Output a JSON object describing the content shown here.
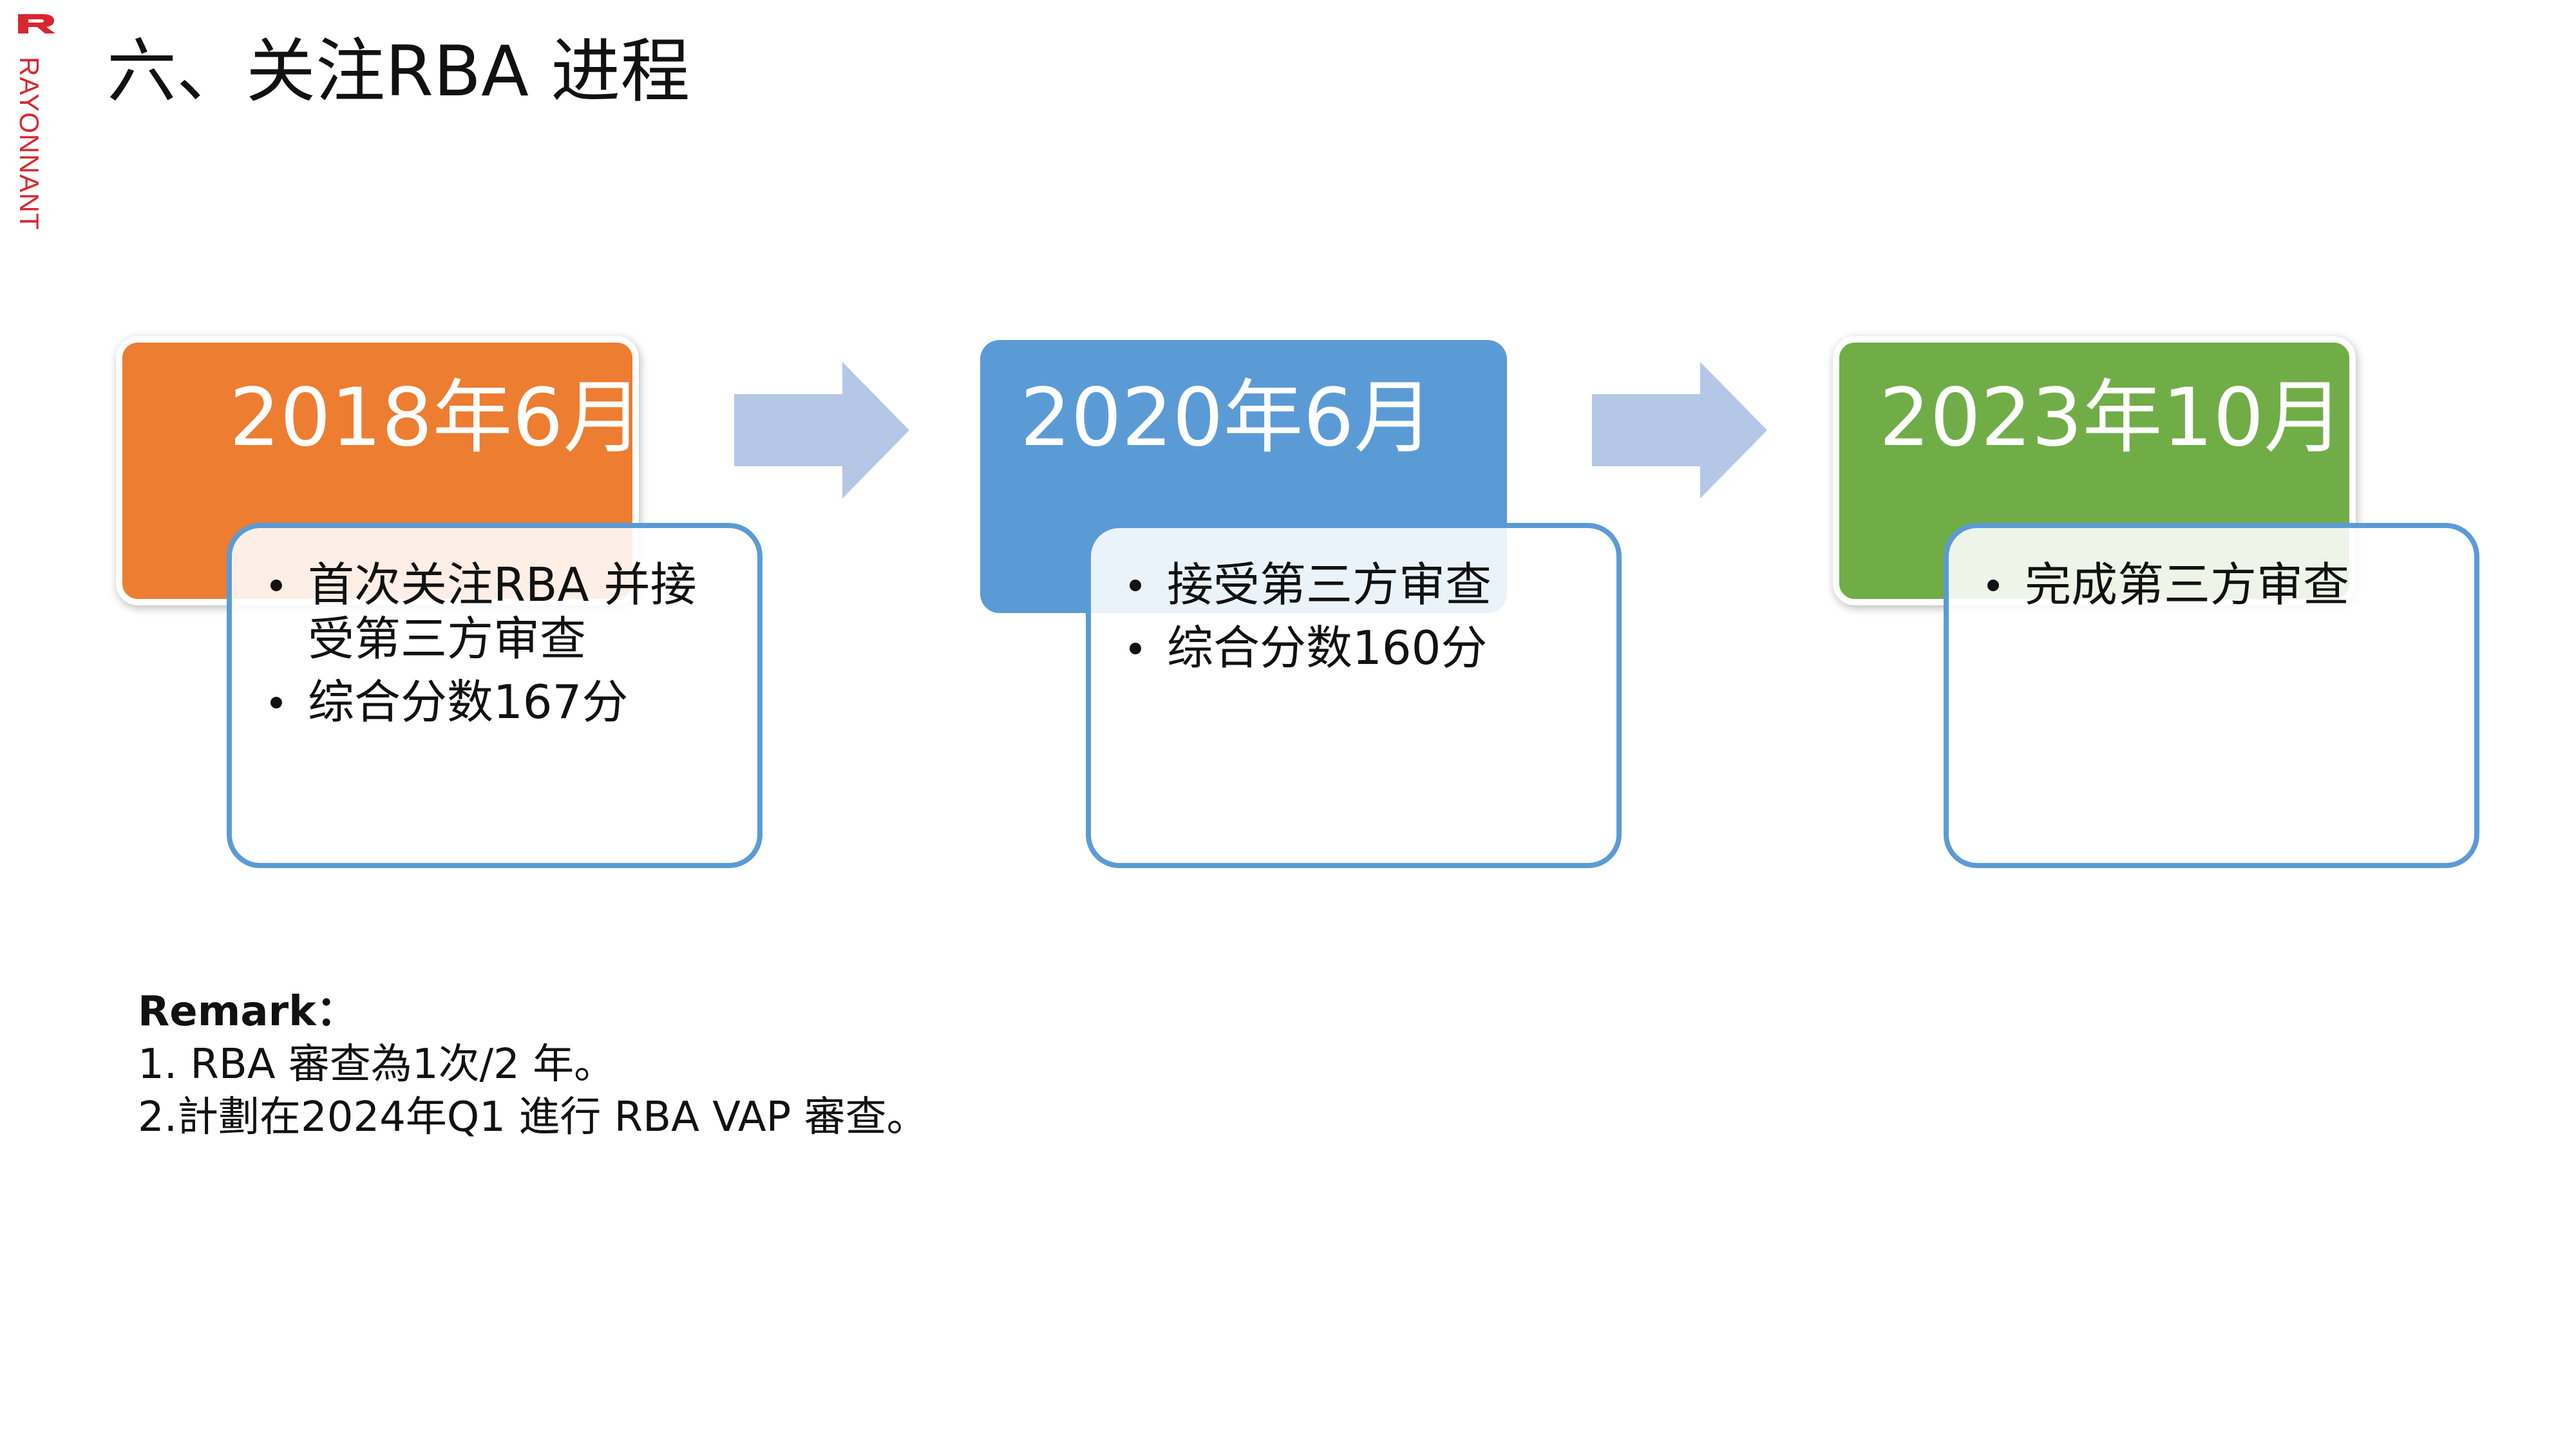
{
  "brand": {
    "logo_text": "RAYONNANT",
    "accent_color": "#d8262f"
  },
  "slide": {
    "title": "六、关注RBA 进程"
  },
  "timeline": [
    {
      "date": "2018年6月",
      "color": "#ed7d31",
      "items": [
        "首次关注RBA 并接受第三方审查",
        "综合分数167分"
      ]
    },
    {
      "date": "2020年6月",
      "color": "#5b9bd5",
      "items": [
        "接受第三方审查",
        "综合分数160分"
      ]
    },
    {
      "date": "2023年10月",
      "color": "#70ad47",
      "items": [
        "完成第三方审查"
      ]
    }
  ],
  "arrows": {
    "icon": "right-arrow-icon",
    "color": "#b4c7e7"
  },
  "remarks": {
    "title": "Remark：",
    "lines": [
      "1.   RBA 審查為1次/2 年。",
      "2.計劃在2024年Q1 進行 RBA VAP 審查。"
    ]
  }
}
